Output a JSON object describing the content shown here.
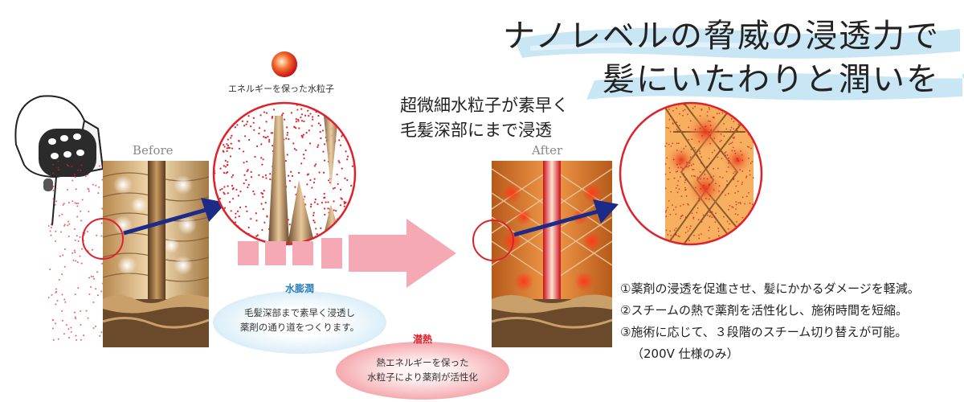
{
  "headline": {
    "line1": "ナノレベルの脅威の浸透力で",
    "line2": "髪にいたわりと潤いを"
  },
  "energy_particle_label": "エネルギーを保った水粒子",
  "subhead": {
    "line1": "超微細水粒子が素早く",
    "line2": "毛髪深部にまで浸透"
  },
  "before_label": "Before",
  "after_label": "After",
  "bubble_moist": {
    "title": "水膨潤",
    "line1": "毛髪深部まで素早く浸透し",
    "line2": "薬剤の通り道をつくります。"
  },
  "bubble_heat": {
    "title": "潜熱",
    "line1": "熱エネルギーを保った",
    "line2": "水粒子により薬剤が活性化"
  },
  "benefits": [
    "①薬剤の浸透を促進させ、髪にかかるダメージを軽減。",
    "②スチームの熱で薬剤を活性化し、施術時間を短縮。",
    "③施術に応じて、３段階のスチーム切り替えが可能。",
    "（200V 仕様のみ）"
  ],
  "colors": {
    "accent_red": "#e0202a",
    "arrow_navy": "#1c2a8a",
    "big_arrow_pink": "#f4a9b4",
    "brush_blue": "#a9d6ee",
    "hair_tan": "#c9a06a",
    "hair_brown": "#6b4a2c"
  }
}
